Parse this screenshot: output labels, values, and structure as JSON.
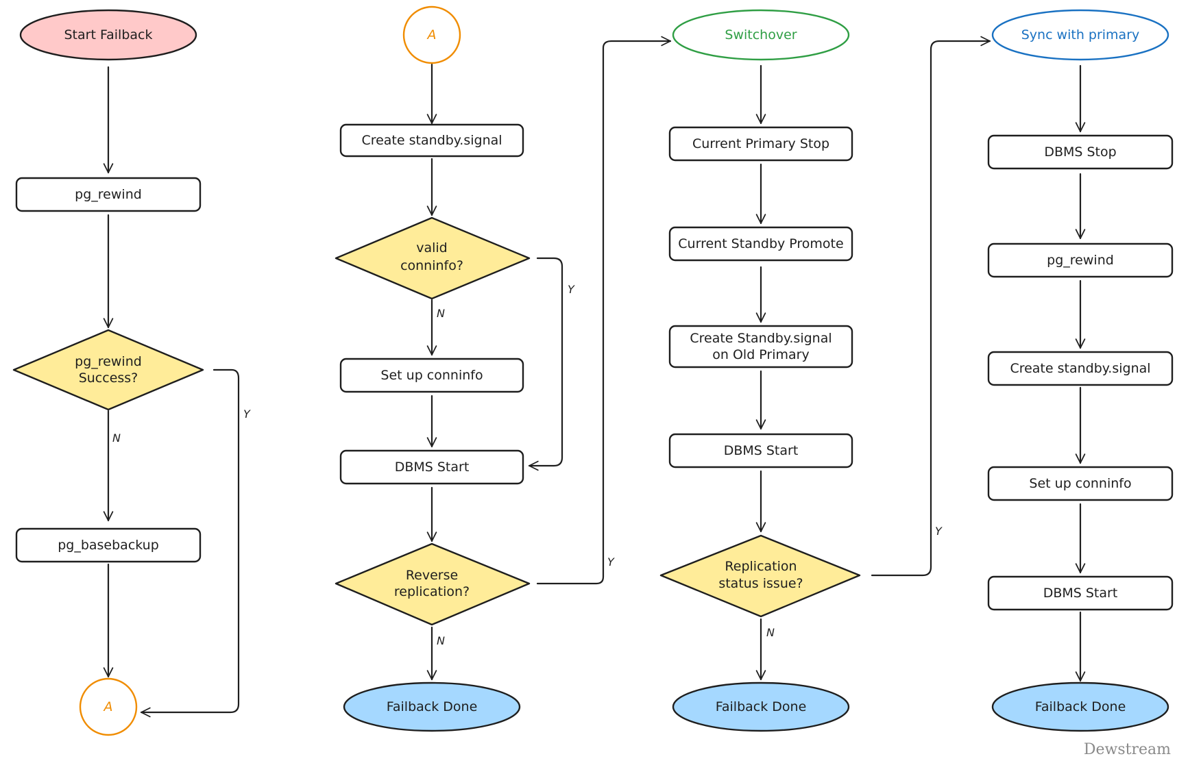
{
  "colors": {
    "start_fill": "#ffc9c9",
    "decision_fill": "#ffec99",
    "done_fill": "#a5d8ff",
    "connector_stroke": "#f08c00",
    "switchover_stroke": "#2f9e44",
    "sync_stroke": "#1971c2",
    "stroke": "#1e1e1e"
  },
  "nodes": {
    "start": "Start Failback",
    "c1_rewind": "pg_rewind",
    "c1_rewind_ok": [
      "pg_rewind",
      "Success?"
    ],
    "c1_basebackup": "pg_basebackup",
    "c1_connector": "A",
    "c2_connector": "A",
    "c2_create_signal": "Create standby.signal",
    "c2_valid": [
      "valid",
      "conninfo?"
    ],
    "c2_setup": "Set up conninfo",
    "c2_start": "DBMS Start",
    "c2_reverse": [
      "Reverse",
      "replication?"
    ],
    "c2_done": "Failback Done",
    "c3_switchover": "Switchover",
    "c3_stop": "Current Primary Stop",
    "c3_promote": "Current Standby Promote",
    "c3_create_signal": [
      "Create Standby.signal",
      "on Old Primary"
    ],
    "c3_start": "DBMS Start",
    "c3_issue": [
      "Replication",
      "status issue?"
    ],
    "c3_done": "Failback Done",
    "c4_sync": "Sync with primary",
    "c4_stop": "DBMS Stop",
    "c4_rewind": "pg_rewind",
    "c4_create_signal": "Create standby.signal",
    "c4_setup": "Set up conninfo",
    "c4_start": "DBMS Start",
    "c4_done": "Failback Done"
  },
  "edge_labels": {
    "yes": "Y",
    "no": "N"
  },
  "watermark": "Dewstream"
}
